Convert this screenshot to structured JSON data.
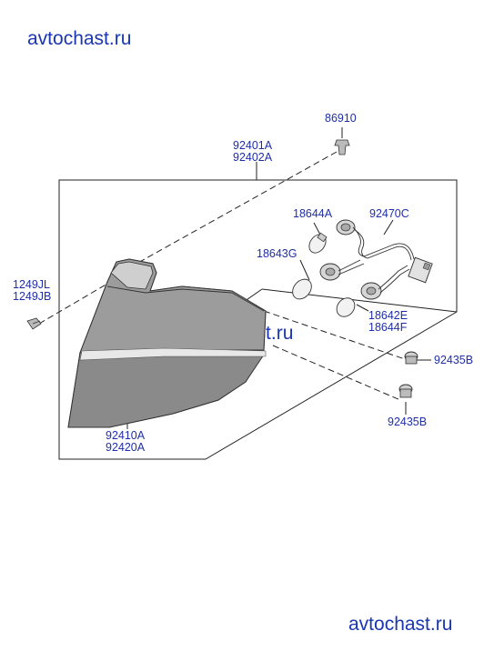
{
  "watermarks": {
    "top": "avtochast.ru",
    "middle": "avtochast.ru",
    "bottom": "avtochast.ru"
  },
  "parts": {
    "screw_top": "86910",
    "assembly_line1": "92401A",
    "assembly_line2": "92402A",
    "bulb_a": "18644A",
    "wiring": "92470C",
    "bulb_g": "18643G",
    "screw_left_line1": "1249JL",
    "screw_left_line2": "1249JB",
    "bulb_e_line1": "18642E",
    "bulb_e_line2": "18644F",
    "grommet_b_upper": "92435B",
    "grommet_b_lower": "92435B",
    "lens_line1": "92410A",
    "lens_line2": "92420A"
  },
  "colors": {
    "label": "#1f2ea8",
    "watermark": "#1a36b0",
    "line": "#222222",
    "lamp_dark": "#8a8a8a",
    "lamp_light": "#dcdcdc"
  }
}
